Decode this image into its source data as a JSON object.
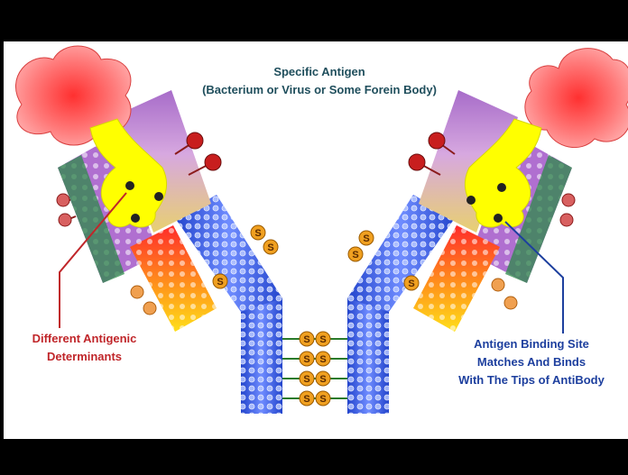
{
  "diagram": {
    "title_line1": "Specific Antigen",
    "title_line2": "(Bacterium or Virus or Some Forein Body)",
    "left_label_line1": "Different Antigenic",
    "left_label_line2": "Determinants",
    "right_label_line1": "Antigen Binding Site",
    "right_label_line2": "Matches And Binds",
    "right_label_line3": "With The Tips of AntiBody",
    "disulfide_symbol": "S"
  },
  "colors": {
    "heavy_chain": "#3b5ce6",
    "light_chain_top": "#b67dcf",
    "light_chain_bottom": "#ffd21a",
    "antigen": "#ff6b6b",
    "binding_site": "#ffff00",
    "left_label": "#c0262a",
    "right_label": "#1d3f9e",
    "title": "#1f4e5c",
    "disulfide": "#f0a020"
  }
}
